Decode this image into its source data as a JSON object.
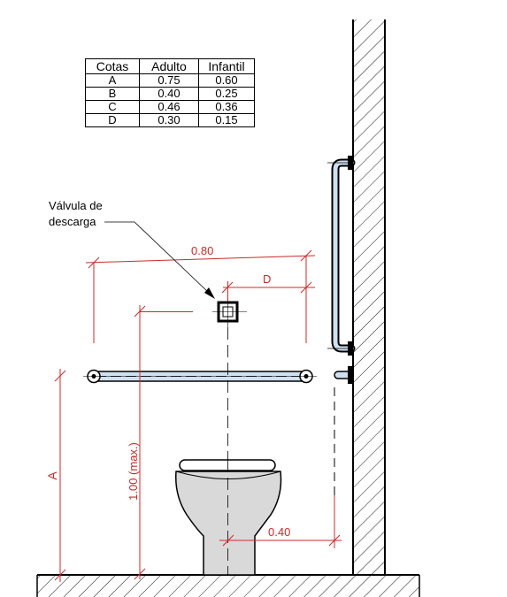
{
  "table": {
    "headers": [
      "Cotas",
      "Adulto",
      "Infantil"
    ],
    "rows": [
      [
        "A",
        "0.75",
        "0.60"
      ],
      [
        "B",
        "0.40",
        "0.25"
      ],
      [
        "C",
        "0.46",
        "0.36"
      ],
      [
        "D",
        "0.30",
        "0.15"
      ]
    ]
  },
  "labels": {
    "valve_line1": "Válvula de",
    "valve_line2": "descarga",
    "dim_080": "0.80",
    "dim_d": "D",
    "dim_100": "1.00 (max.)",
    "dim_a": "A",
    "dim_040": "0.40"
  },
  "colors": {
    "dimension": "#cc2a2a",
    "line": "#000000",
    "bar_fill": "#cfe0f0",
    "toilet_fill": "#d9d9d9"
  }
}
